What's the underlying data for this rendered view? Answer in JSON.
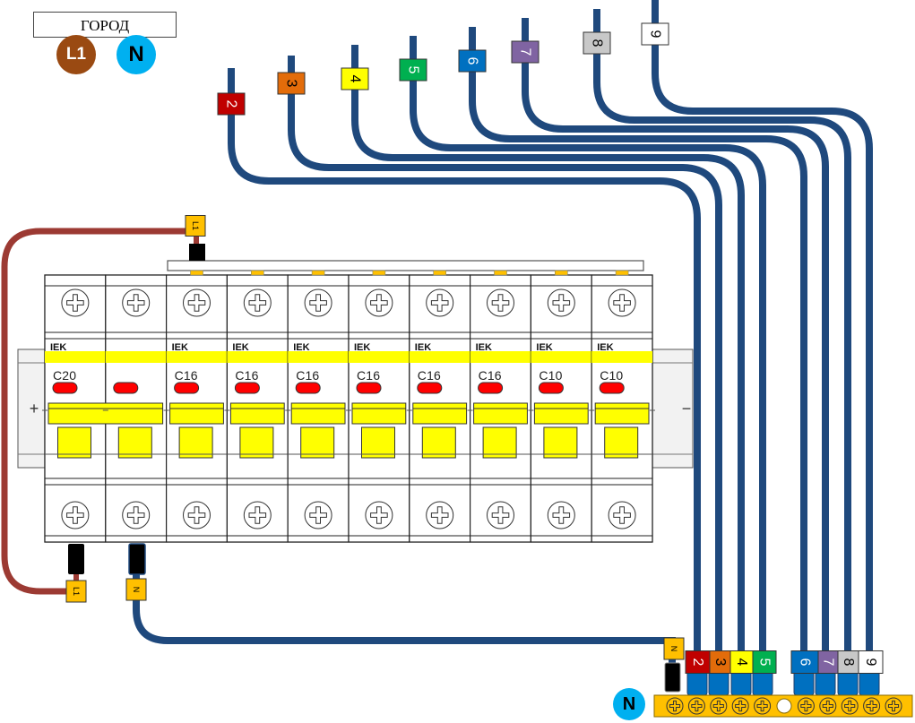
{
  "header": {
    "city_label": "ГОРОД",
    "phase_badge": "L1",
    "neutral_badge": "N"
  },
  "colors": {
    "wire_neutral": "#1f497d",
    "wire_phase": "#9c3a33",
    "ferrule_tag": "#ffc000",
    "breaker_band": "#ffff00",
    "indicator": "#ff0000",
    "neutral_bar": "#ffc000",
    "neutral_badge": "#00b0f0",
    "phase_badge": "#9a4a12"
  },
  "busbar": {
    "teeth_count": 8
  },
  "breakers": [
    {
      "id": "1",
      "brand": "IEK",
      "rating": "C20"
    },
    {
      "id": "1n",
      "brand": "",
      "rating": ""
    },
    {
      "id": "2",
      "brand": "IEK",
      "rating": "C16"
    },
    {
      "id": "3",
      "brand": "IEK",
      "rating": "C16"
    },
    {
      "id": "4",
      "brand": "IEK",
      "rating": "C16"
    },
    {
      "id": "5",
      "brand": "IEK",
      "rating": "C16"
    },
    {
      "id": "6",
      "brand": "IEK",
      "rating": "C16"
    },
    {
      "id": "7",
      "brand": "IEK",
      "rating": "C16"
    },
    {
      "id": "8",
      "brand": "IEK",
      "rating": "C10"
    },
    {
      "id": "9",
      "brand": "IEK",
      "rating": "C10"
    }
  ],
  "din_rail": {
    "left_mark": "+",
    "right_mark": "−"
  },
  "feed_tags": {
    "busbar_feed": "L1",
    "breaker_l1_out": "L1",
    "breaker_n_out": "N",
    "neutral_bar_feed": "N"
  },
  "circuits": [
    {
      "number": "2",
      "color": "#c00000",
      "text_color": "#ffffff"
    },
    {
      "number": "3",
      "color": "#e36c0a",
      "text_color": "#000000"
    },
    {
      "number": "4",
      "color": "#ffff00",
      "text_color": "#000000"
    },
    {
      "number": "5",
      "color": "#00b050",
      "text_color": "#ffffff"
    },
    {
      "number": "6",
      "color": "#0070c0",
      "text_color": "#ffffff"
    },
    {
      "number": "7",
      "color": "#8064a2",
      "text_color": "#ffffff"
    },
    {
      "number": "8",
      "color": "#c8c8c8",
      "text_color": "#000000"
    },
    {
      "number": "9",
      "color": "#ffffff",
      "text_color": "#000000"
    }
  ],
  "neutral_bar": {
    "label": "N",
    "screw_count": 11,
    "empty_slot_index": 5
  }
}
